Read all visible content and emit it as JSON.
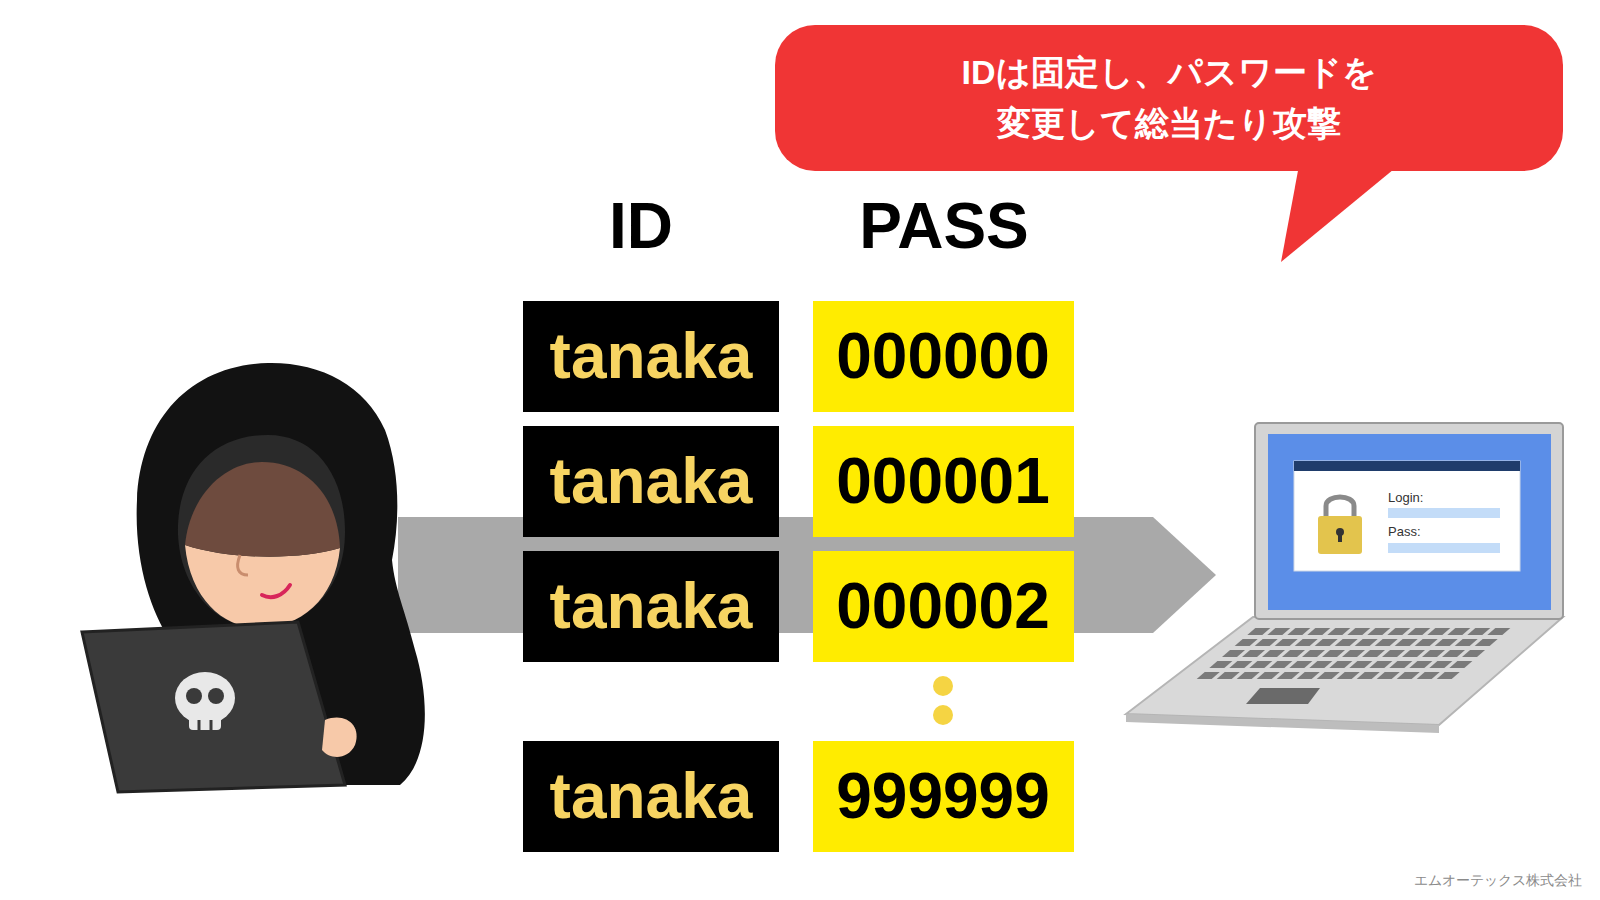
{
  "diagram": {
    "nodes": [
      {
        "text": [
          "IDは固定し、パスワードを 変更して総当たり攻撃"
        ]
      },
      {
        "text": [
          "tanaka"
        ]
      },
      {
        "text": [
          "000000"
        ]
      },
      {
        "text": [
          "tanaka"
        ]
      },
      {
        "text": [
          "000001"
        ]
      },
      {
        "text": [
          "tanaka"
        ]
      },
      {
        "text": [
          "000002"
        ]
      },
      {
        "text": [
          "tanaka"
        ]
      },
      {
        "text": [
          "999999"
        ]
      }
    ],
    "labels": [
      "ID",
      "PASS",
      "Login:",
      "Pass:",
      "エムオーテックス株式会社"
    ]
  }
}
